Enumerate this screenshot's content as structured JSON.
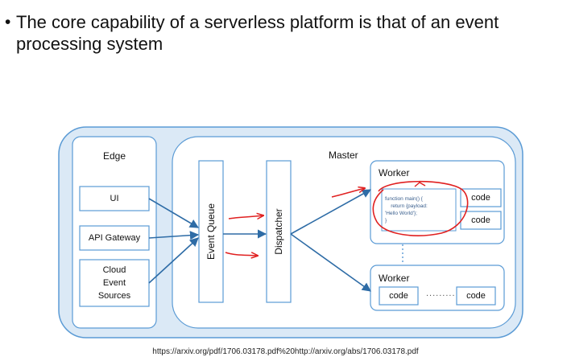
{
  "slide": {
    "bullet_symbol": "•",
    "bullet_text": "The core capability of a serverless platform is that of an event processing system",
    "source_url": "https://arxiv.org/pdf/1706.03178.pdf%20http://arxiv.org/abs/1706.03178.pdf"
  },
  "diagram": {
    "edge": {
      "title": "Edge",
      "ui": "UI",
      "api_gateway": "API Gateway",
      "cloud_event_sources": "Cloud\nEvent\nSources"
    },
    "master": {
      "title": "Master",
      "event_queue": "Event Queue",
      "dispatcher": "Dispatcher"
    },
    "worker_top": {
      "title": "Worker",
      "function_code": "function main() {\n    return {payload:\n'Hello World'};\n}",
      "code_1": "code",
      "code_2": "code"
    },
    "worker_bottom": {
      "title": "Worker",
      "code_left": "code",
      "dots": ".........",
      "code_right": "code"
    },
    "colors": {
      "outer_fill": "#dbe9f6",
      "stroke": "#5b9bd5",
      "arrow": "#2e6ca6",
      "annotation_red": "#e02020"
    }
  }
}
